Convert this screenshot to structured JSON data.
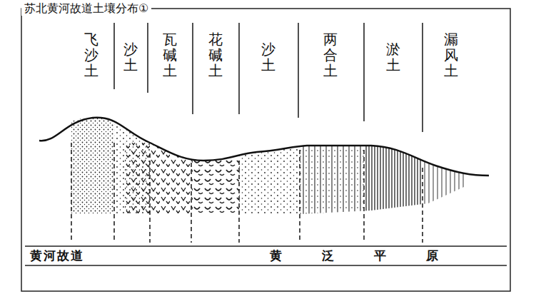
{
  "diagram": {
    "title": "苏北黄河故道土壤分布①",
    "labels": [
      "飞沙土",
      "沙土",
      "瓦碱土",
      "花碱土",
      "沙土",
      "两合土",
      "淤土",
      "漏风土",
      "黄河故道",
      "黄泛平原"
    ]
  }
}
